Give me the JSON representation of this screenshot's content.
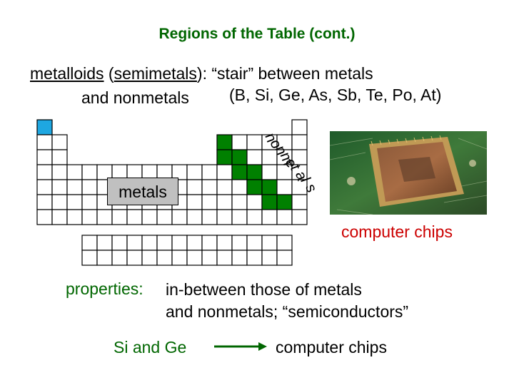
{
  "slide": {
    "title": "Regions of the Table (cont.)",
    "definition": {
      "term": "metalloids",
      "open_paren": " (",
      "synonym": "semimetals",
      "rest_line1": "): “stair” between metals",
      "line2a": "and nonmetals",
      "line2b": "(B, Si, Ge, As, Sb, Te, Po, At)"
    },
    "labels": {
      "metals": "metals",
      "nonmetals_letters": [
        "n",
        "o",
        "n",
        "m",
        "e",
        "t",
        "a",
        "l",
        "s"
      ]
    },
    "image_caption": "computer  chips",
    "properties": {
      "label": "properties:",
      "line1": "in-between those of metals",
      "line2": "and nonmetals; “semiconductors”"
    },
    "relation": {
      "from": "Si and Ge",
      "to": "computer chips"
    }
  },
  "colors": {
    "title": "#006600",
    "metalloid_cells": "#008000",
    "hydrogen_cell": "#1ea7e1",
    "metals_box": "#c0c0c0",
    "caption": "#cc0000",
    "properties_label": "#006600",
    "arrow": "#006600"
  },
  "icons": {
    "arrow": "right-arrow-icon",
    "photo": "computer-chip-photo"
  }
}
